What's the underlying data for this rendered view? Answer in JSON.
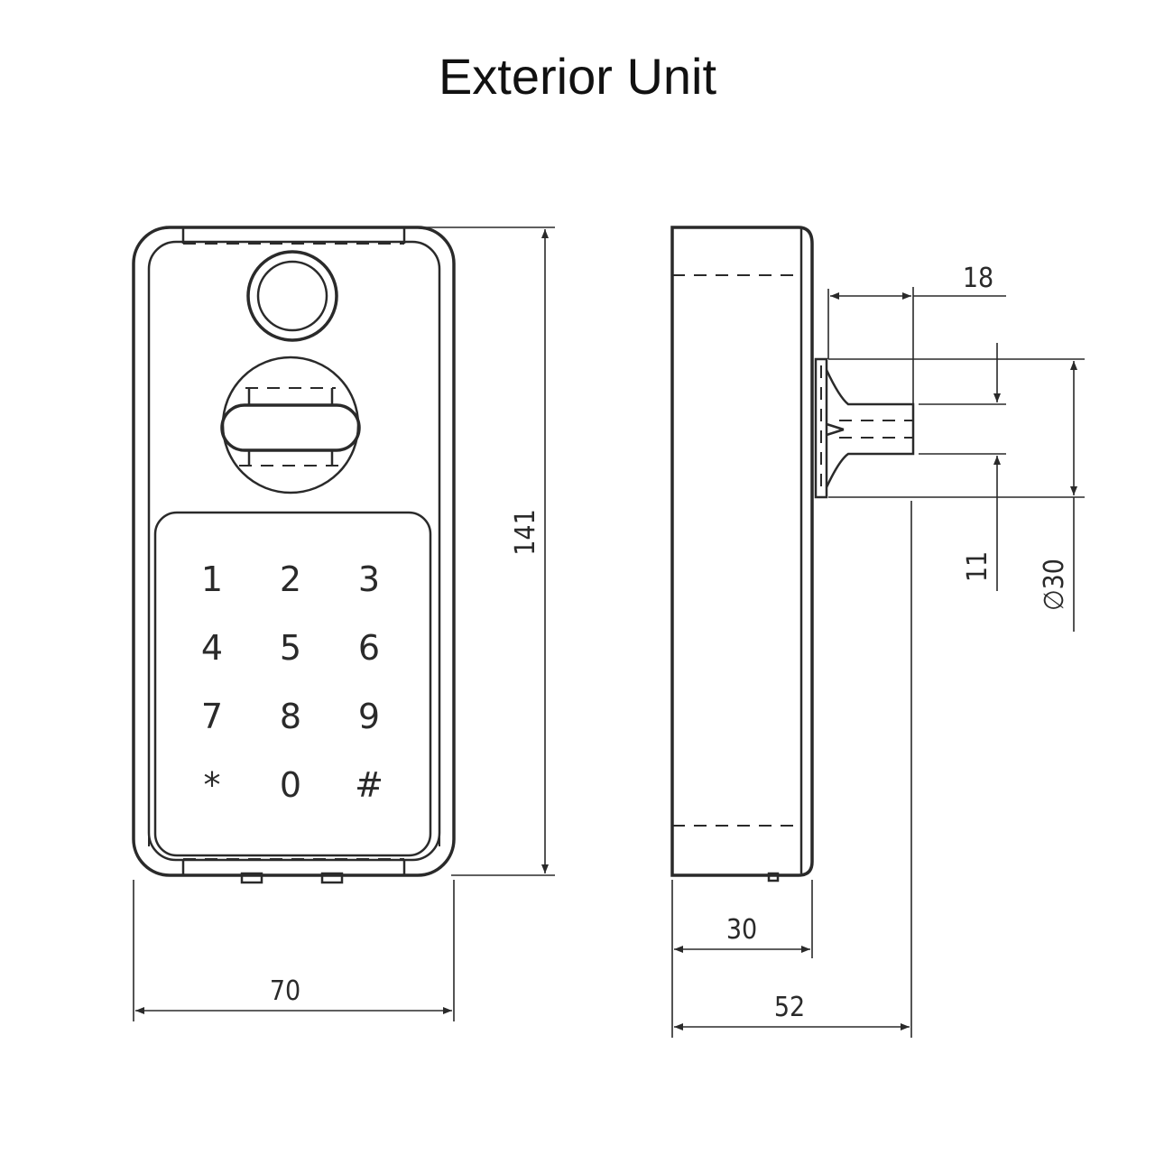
{
  "title": "Exterior Unit",
  "keypad": {
    "keys": [
      "1",
      "2",
      "3",
      "4",
      "5",
      "6",
      "7",
      "8",
      "9",
      "*",
      "0",
      "#"
    ]
  },
  "dimensions": {
    "width": "70",
    "height": "141",
    "depth_body": "30",
    "depth_total": "52",
    "spindle_length": "18",
    "spindle_size": "11",
    "boss_diameter": "∅30"
  }
}
